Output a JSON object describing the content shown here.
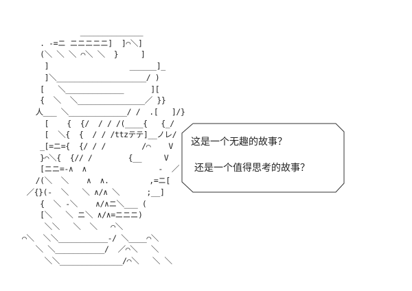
{
  "art": {
    "lines": [
      "             ______________",
      "    . -=ニ ニニニニニ]  ]⌒＼]",
      "    (＼ ＼ ＼ ⌒＼ ＼  }     ]",
      "     ]                  ______]_",
      "     ]＼____________________/ )",
      "    [   ＼_____________      ][",
      "    {  ＼  ＼_______________／ }}",
      "   人___ ＼_____________/ /  .[   ]/}",
      "     [    {  {/  / / /(____{   {_/",
      "     [  ＼{  {  / / /ttzテテ]__ノレ/",
      "    _[=ニ={  {/ / /        /⌒    V",
      "    }⌒＼{  {// /        {__     V",
      "    [ニニ=-∧  ∧                -  ／",
      "   /(＼  ＼    ∧  ∧.         ,=ニ[",
      " ／{}(-  ＼   ＼ ∧/∧ ＼      ;__]",
      "    {  ＼ -＼    ∧/∧ニ＼___ (",
      "    [＼   ＼ ニ＼ ∧/∧=ニニニ)",
      "     ＼＼   ＼  ＼   ⌒＼",
      "⌒＼  ＼＼___________-/ ＼____⌒＼",
      "   ＼ ＼___________/  ／⌒＼   ＼",
      "     ＼＼______________/⌒＼   ＼ ＼"
    ]
  },
  "bubble": {
    "line1": "这是一个无趣的故事？",
    "line2": "还是一个值得思考的故事？"
  }
}
